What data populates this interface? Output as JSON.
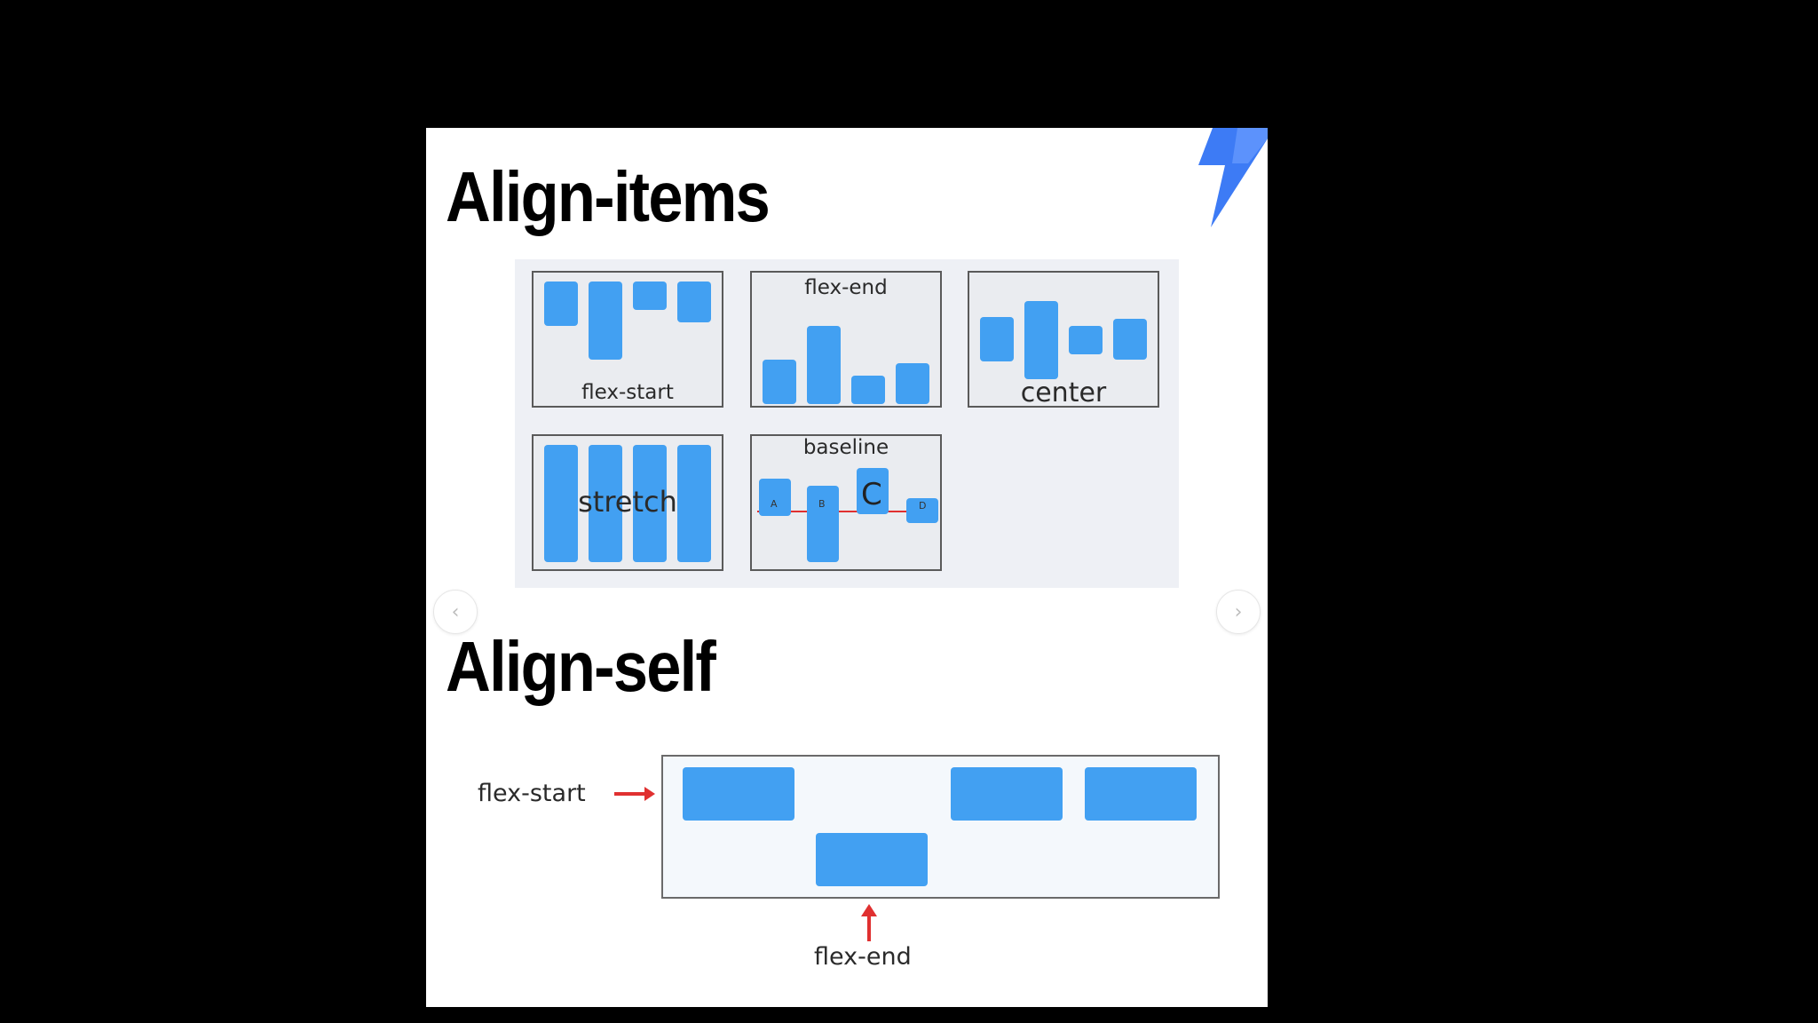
{
  "slide": {
    "ghost_title": "Display flex",
    "align_items": {
      "title": "Align-items",
      "boxes": {
        "flex_start": "flex-start",
        "flex_end": "flex-end",
        "center": "center",
        "stretch": "stretch",
        "baseline": "baseline"
      },
      "baseline_letters": [
        "A",
        "B",
        "C",
        "D"
      ]
    },
    "align_self": {
      "title": "Align-self",
      "left_label": "flex-start",
      "bottom_label": "flex-end"
    },
    "nav": {
      "prev": "‹",
      "next": "›"
    }
  },
  "colors": {
    "background": "#000000",
    "card": "#ffffff",
    "item_blue": "#42a0f2",
    "arrow_red": "#e03030",
    "logo_blue": "#3d7bf5"
  },
  "icons": [
    "logo-bolt-icon",
    "chevron-left-icon",
    "chevron-right-icon",
    "arrow-right-icon",
    "arrow-up-icon"
  ]
}
